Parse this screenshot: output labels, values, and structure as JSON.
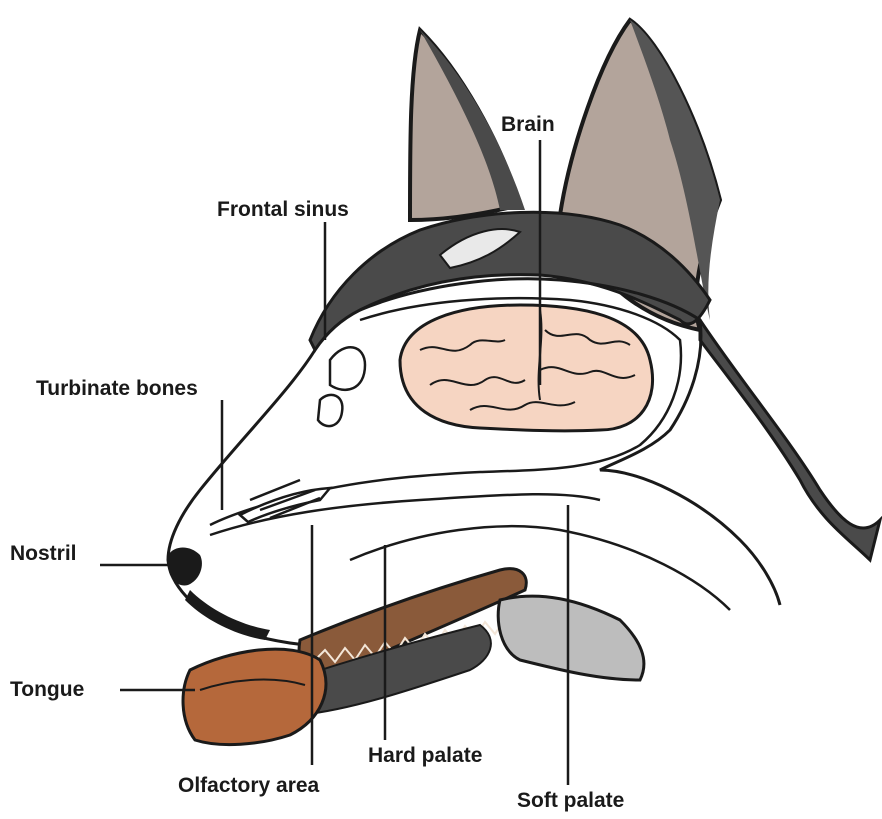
{
  "labels": {
    "brain": "Brain",
    "frontal_sinus": "Frontal sinus",
    "turbinate_bones": "Turbinate bones",
    "nostril": "Nostril",
    "tongue": "Tongue",
    "olfactory_area": "Olfactory area",
    "hard_palate": "Hard palate",
    "soft_palate": "Soft palate"
  },
  "colors": {
    "outline": "#1a1a1a",
    "fur_dark": "#4a4a4a",
    "fur_mid": "#7d7d7d",
    "ear_inner": "#b3a49b",
    "brain_fill": "#f6d5c2",
    "tongue": "#b5683b",
    "palate_brown": "#8a5a3a"
  }
}
